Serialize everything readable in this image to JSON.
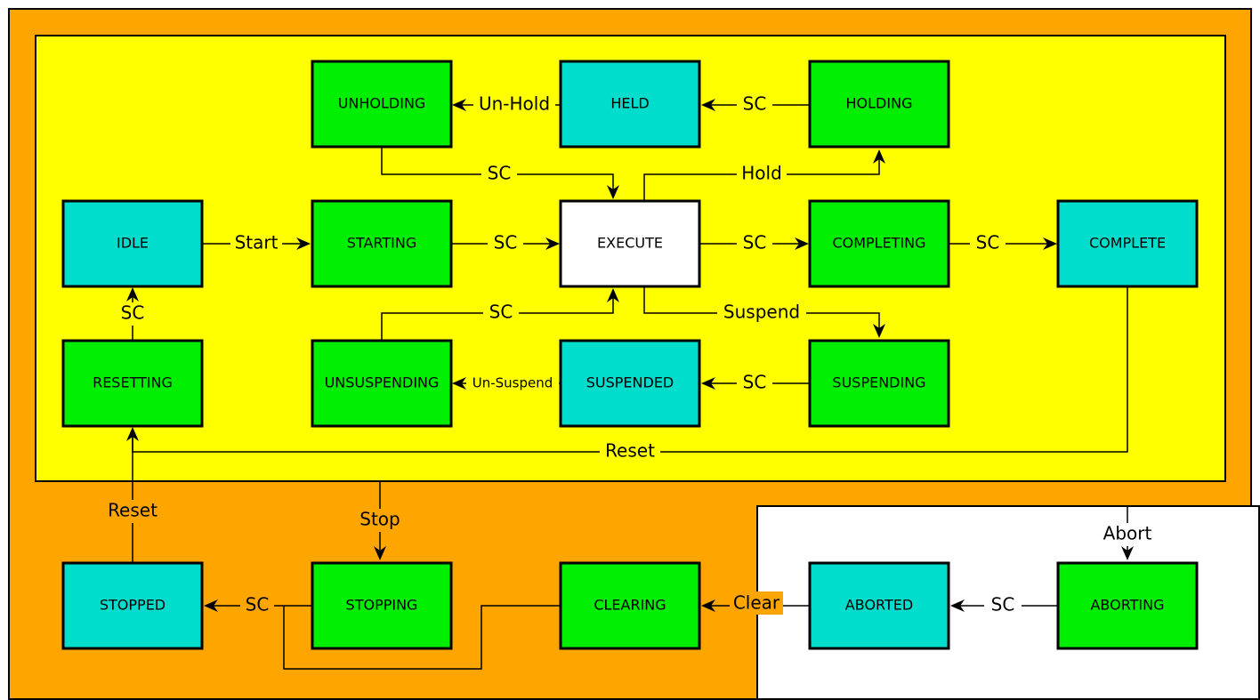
{
  "colors": {
    "outer_region": "#FFA500",
    "inner_region": "#FFFF00",
    "white_region": "#FFFFFF",
    "acting_state": "#00EE00",
    "wait_state": "#00DDCC",
    "execute_state": "#FFFFFF"
  },
  "states": {
    "unholding": "UNHOLDING",
    "held": "HELD",
    "holding": "HOLDING",
    "idle": "IDLE",
    "starting": "STARTING",
    "execute": "EXECUTE",
    "completing": "COMPLETING",
    "complete": "COMPLETE",
    "resetting": "RESETTING",
    "unsuspending": "UNSUSPENDING",
    "suspended": "SUSPENDED",
    "suspending": "SUSPENDING",
    "stopped": "STOPPED",
    "stopping": "STOPPING",
    "clearing": "CLEARING",
    "aborted": "ABORTED",
    "aborting": "ABORTING"
  },
  "transitions": {
    "un_hold": "Un-Hold",
    "held_sc": "SC",
    "unholding_sc": "SC",
    "hold": "Hold",
    "start": "Start",
    "starting_sc": "SC",
    "execute_sc": "SC",
    "completing_sc": "SC",
    "resetting_sc": "SC",
    "unsuspending_sc": "SC",
    "suspend": "Suspend",
    "un_suspend": "Un-Suspend",
    "suspending_sc": "SC",
    "reset_complete": "Reset",
    "reset_stopped": "Reset",
    "stop": "Stop",
    "abort": "Abort",
    "stopping_sc": "SC",
    "clear": "Clear",
    "aborting_sc": "SC"
  }
}
